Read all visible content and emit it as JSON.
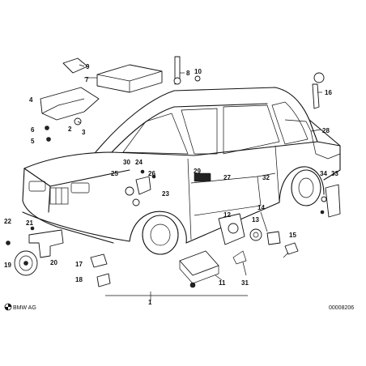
{
  "callouts": [
    "1",
    "2",
    "3",
    "4",
    "5",
    "6",
    "7",
    "8",
    "9",
    "10",
    "11",
    "12",
    "13",
    "14",
    "15",
    "16",
    "17",
    "18",
    "19",
    "20",
    "21",
    "22",
    "23",
    "24",
    "25",
    "26",
    "27",
    "28",
    "29",
    "30",
    "31",
    "32",
    "33",
    "34"
  ],
  "footer": {
    "brand": "BMW AG",
    "drawing_number": "00008206"
  }
}
